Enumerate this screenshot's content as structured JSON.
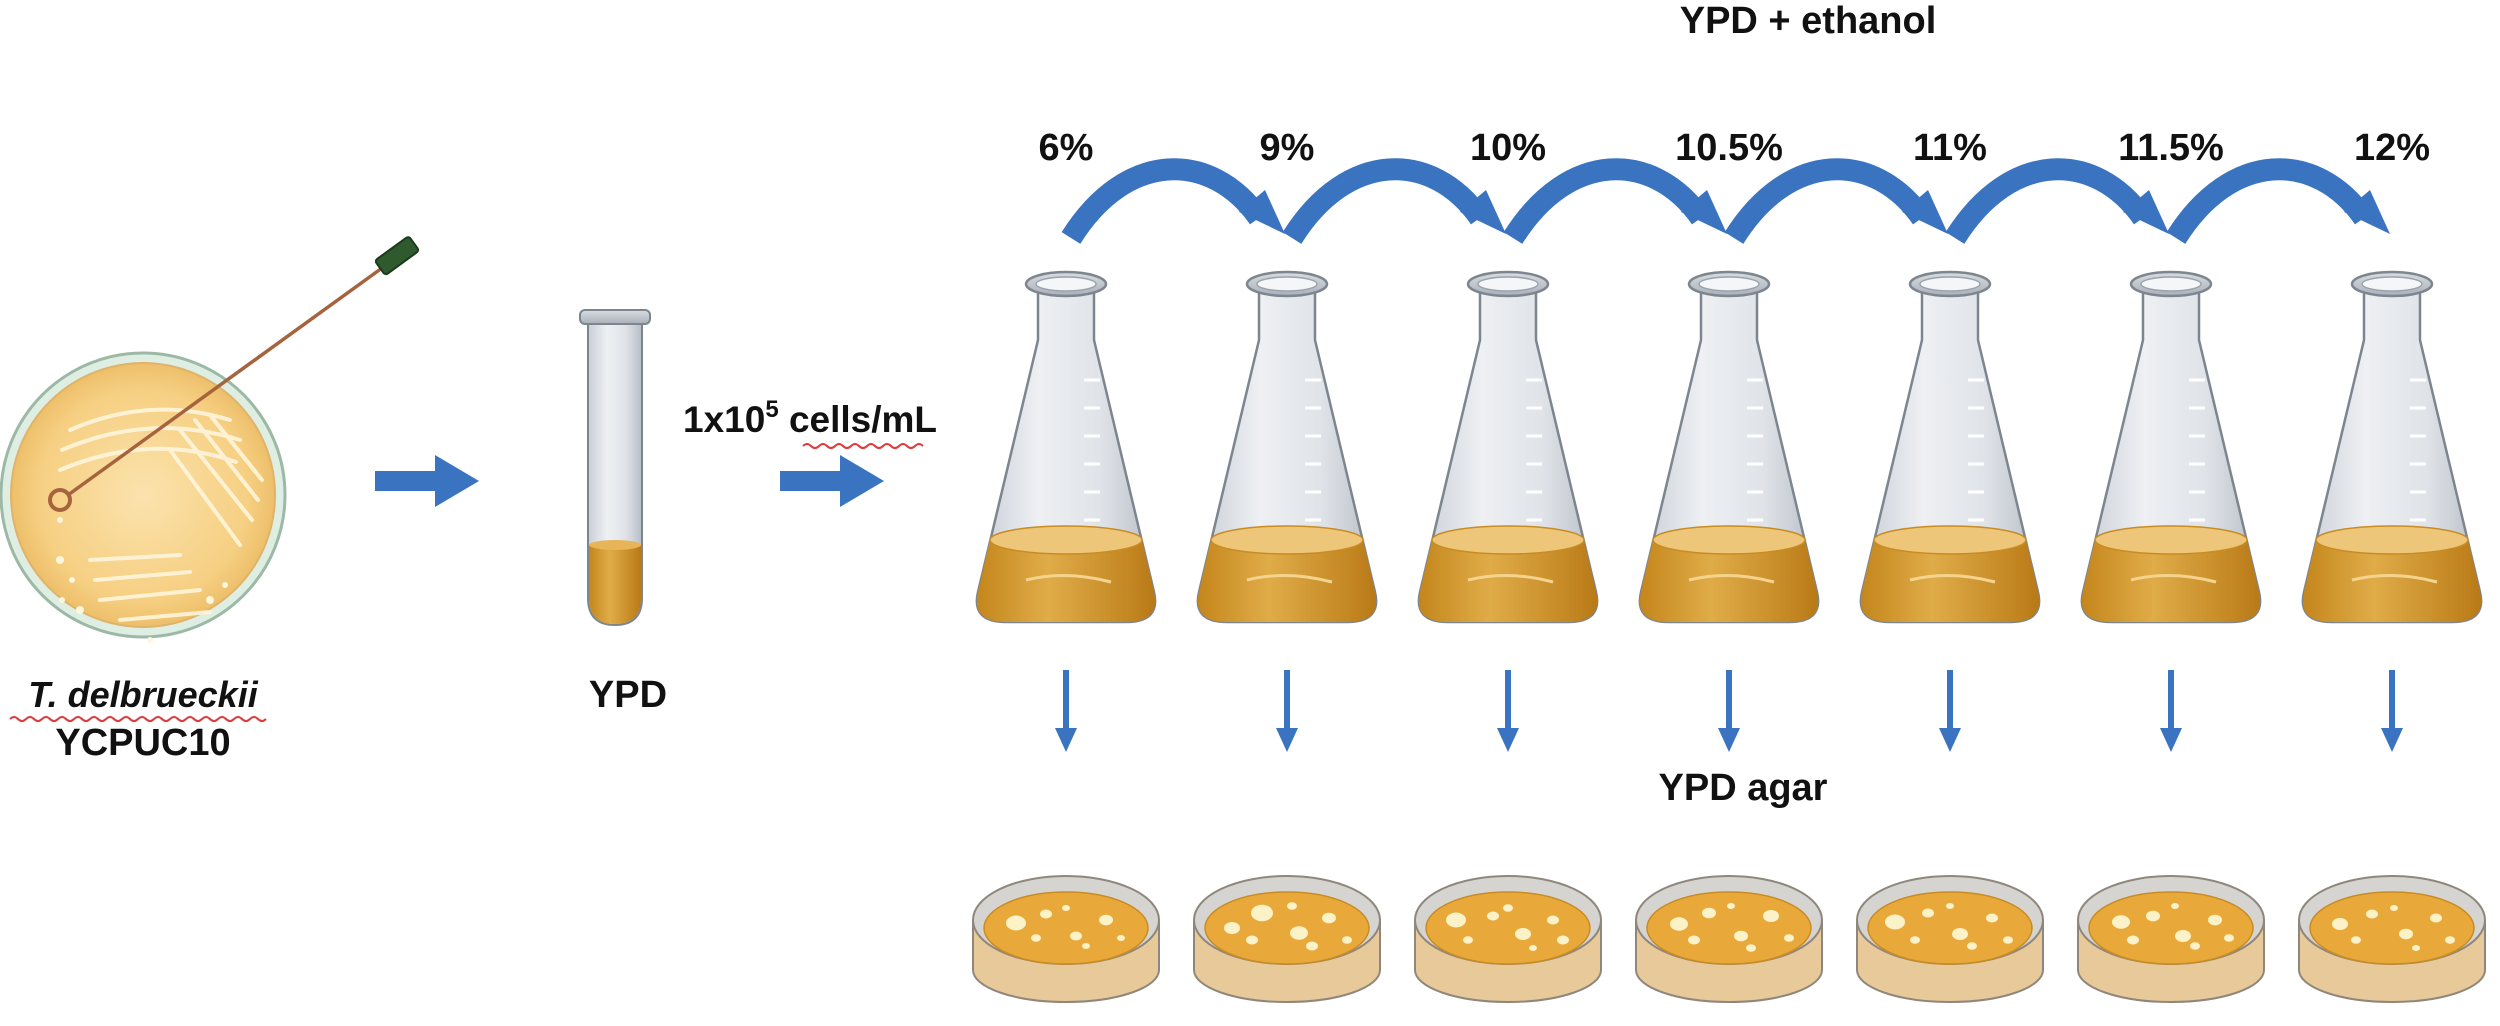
{
  "labels": {
    "title": "YPD + ethanol",
    "species": "T. delbrueckii",
    "strain": "YCPUC10",
    "tube": "YPD",
    "inoculum_prefix": "1x10",
    "inoculum_exp": "5",
    "inoculum_suffix": " cells/mL",
    "agar": "YPD agar"
  },
  "steps": [
    {
      "concentration": "6%"
    },
    {
      "concentration": "9%"
    },
    {
      "concentration": "10%"
    },
    {
      "concentration": "10.5%"
    },
    {
      "concentration": "11%"
    },
    {
      "concentration": "11.5%"
    },
    {
      "concentration": "12%"
    }
  ],
  "colors": {
    "arrow": "#3a74c0",
    "medium": "#d49a2a",
    "agar": "#e9a93a",
    "plate_rim": "#e8c99a",
    "glass": "#dfe3e8",
    "glass_edge": "#7d858f",
    "colony": "#fbf2c8",
    "loop_handle": "#2e5a2e"
  },
  "icons": {
    "petri": "petri-dish-icon",
    "loop": "inoculation-loop-icon",
    "tube": "test-tube-icon",
    "flask": "erlenmeyer-flask-icon",
    "plate": "agar-plate-icon"
  }
}
